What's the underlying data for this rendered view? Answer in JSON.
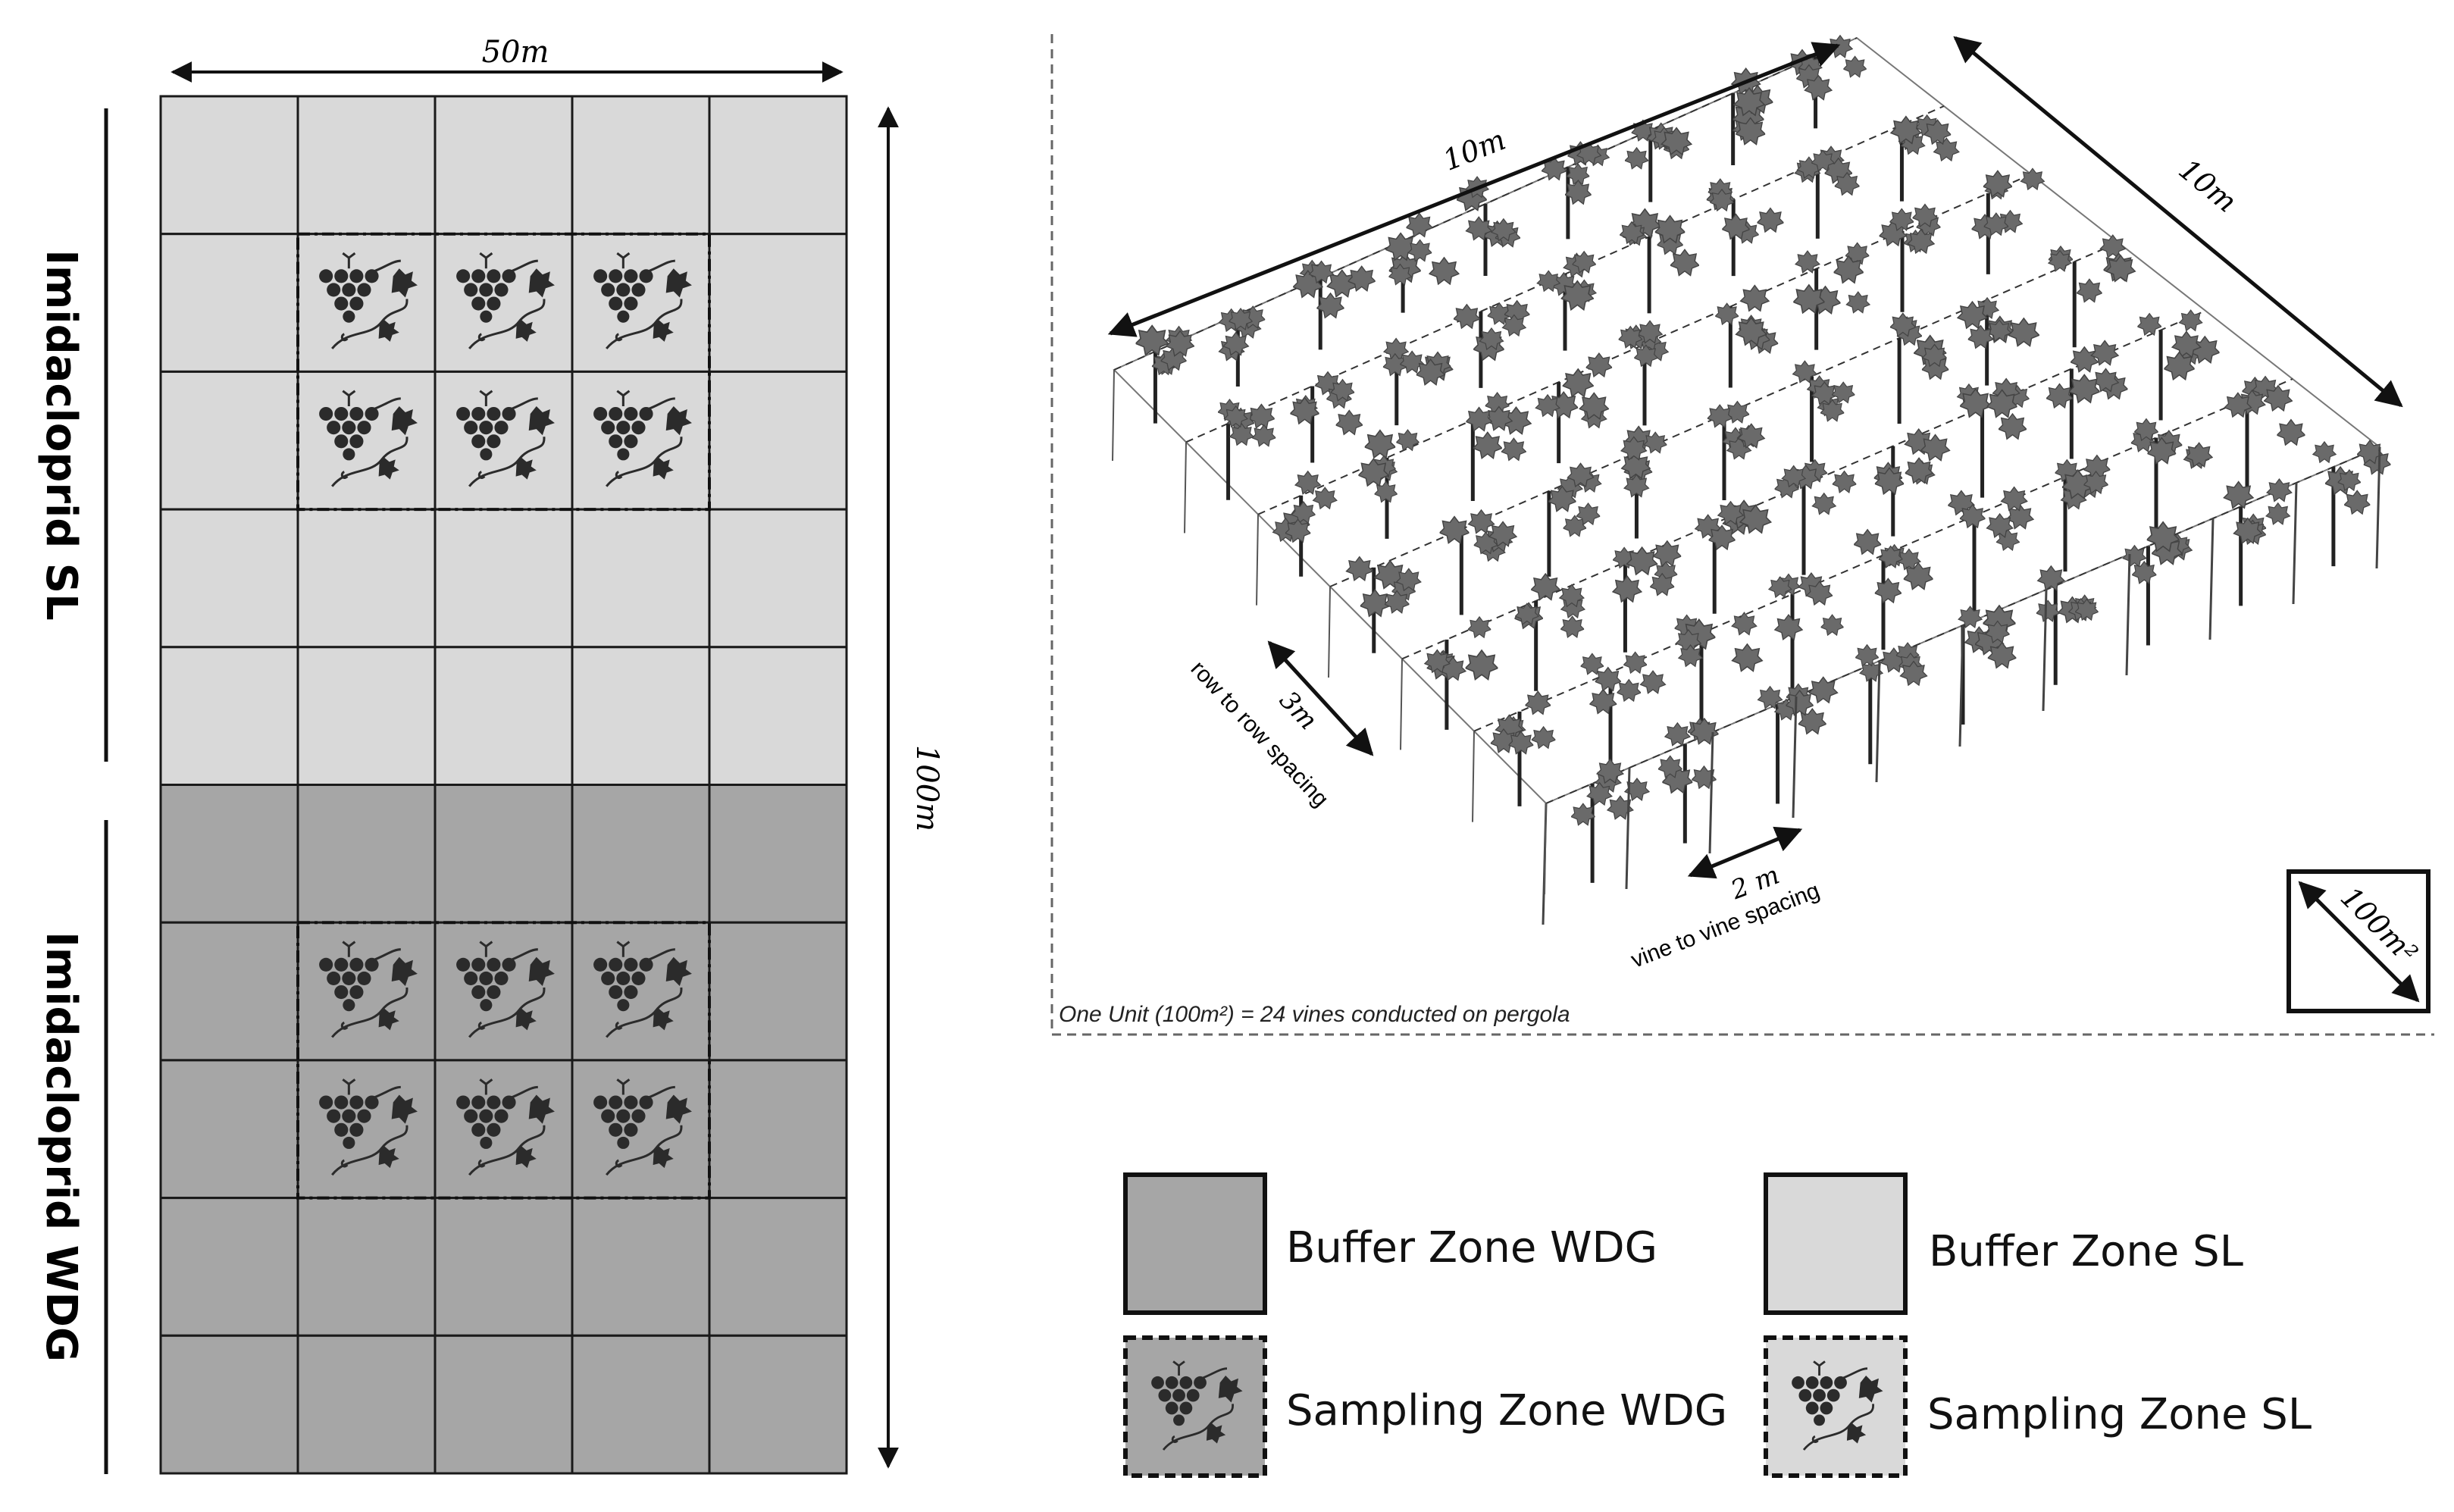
{
  "colors": {
    "buffer_wdg": "#a6a6a6",
    "buffer_sl": "#d9d9d9",
    "grid_line": "#1a1a1a",
    "icon": "#2b2b2b"
  },
  "plot_plan": {
    "width_label": "50m",
    "height_label": "100m",
    "treatments": [
      {
        "name": "Imidacloprid SL"
      },
      {
        "name": "Imidacloprid WDG"
      }
    ]
  },
  "pergola": {
    "length_label": "10m",
    "width_label": "10m",
    "row_spacing_value": "3m",
    "row_spacing_caption": "row to row spacing",
    "vine_spacing_value": "2 m",
    "vine_spacing_caption": "vine to vine spacing",
    "unit_area_label": "100m²",
    "unit_note": "One Unit (100m²) = 24 vines conducted on pergola"
  },
  "legend": {
    "buffer_wdg": "Buffer Zone WDG",
    "buffer_sl": "Buffer Zone SL",
    "sampling_wdg": "Sampling Zone WDG",
    "sampling_sl": "Sampling Zone SL"
  },
  "icons": [
    "grape-vine-icon",
    "double-arrow-icon",
    "pergola-vine-icon"
  ]
}
